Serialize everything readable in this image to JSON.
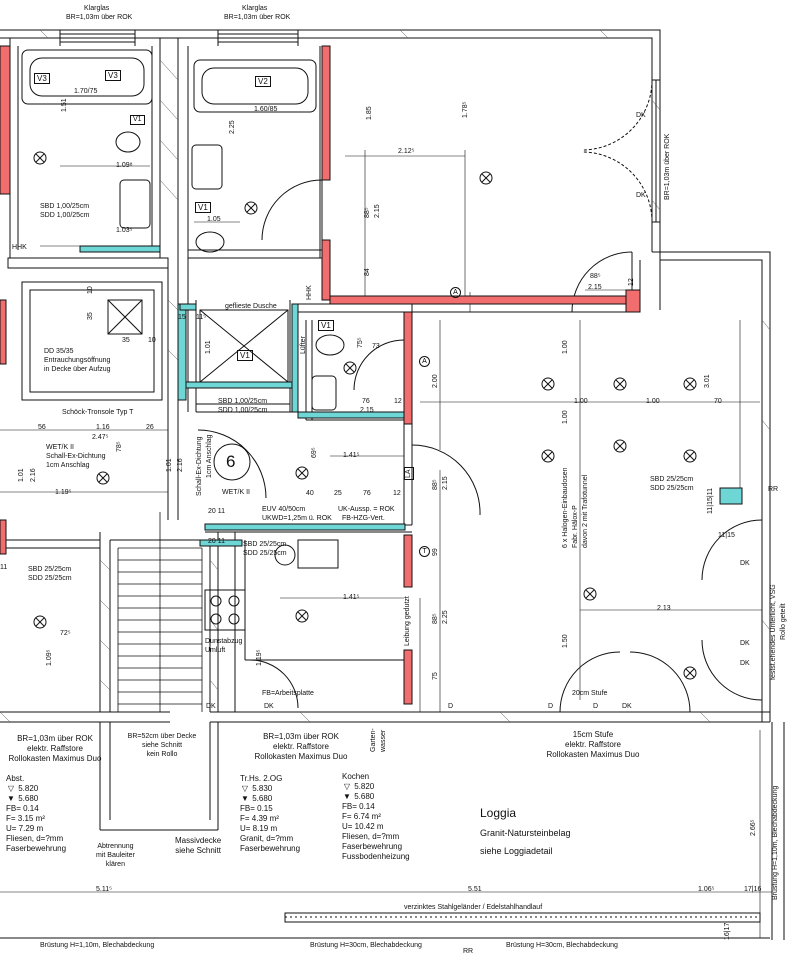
{
  "colors": {
    "wall_cut": "#f26d6d",
    "insulation": "#6fd6d6",
    "line": "#111111",
    "background": "#ffffff"
  },
  "window_labels": {
    "klarglas_1": "Klarglas",
    "klarglas_1_br": "BR=1,03m über ROK",
    "klarglas_2": "Klarglas",
    "klarglas_2_br": "BR=1,03m über ROK",
    "right_window": "BR=1,03m über ROK",
    "bottom_left_window": [
      "BR=1,03m über ROK",
      "elektr. Raffstore",
      "Rollokasten Maximus Duo"
    ],
    "bottom_mid_window": [
      "BR=1,03m über ROK",
      "elektr. Raffstore",
      "Rollokasten Maximus Duo"
    ],
    "bottom_right_window": [
      "15cm Stufe",
      "elektr. Raffstore",
      "Rollokasten Maximus Duo"
    ],
    "stair_window": [
      "BR=52cm über Decke",
      "siehe Schnitt",
      "kein Rollo"
    ],
    "right_side": [
      "festst.ehendes Unterlicht, VSG",
      "Rollo geteilt"
    ],
    "right_edge_1": "Brüstung H=1,10m, Blechabdeckung"
  },
  "sanitary": {
    "v3a": "V3",
    "v3b": "V3",
    "v2": "V2",
    "v1a": "V1",
    "v1b": "V1",
    "v1c": "V1",
    "v1d": "V1"
  },
  "dimensions": {
    "d_170_75": "1.70/75",
    "d_109": "1.09⁸",
    "d_103": "1.03⁵",
    "d_151": "1.51",
    "d_160_85": "1.60/85",
    "d_225": "2.25",
    "d_105": "1.05",
    "d_185": "1.85",
    "d_212": "2.12⁵",
    "d_178": "1.78⁵",
    "d_88_215": "88⁵",
    "d_215": "2.15",
    "d_84": "84",
    "d_88b": "88⁵",
    "d_215b": "2.15",
    "d_12": "12",
    "d_35a": "35",
    "d_35b": "35",
    "d_10a": "10",
    "d_10b": "10",
    "d_11": "11⁵",
    "d_101": "1.01",
    "d_15": "15",
    "d_73": "73",
    "d_75": "75⁵",
    "d_76": "76",
    "d_215c": "2.15",
    "d_12b": "12",
    "d_200": "2.00",
    "d_56": "56",
    "d_116": "1.16",
    "d_26": "26",
    "d_247": "2.47⁵",
    "d_78": "78⁵",
    "d_101b": "1.01",
    "d_216": "2.16",
    "d_101c": "1.01",
    "d_216b": "2.16",
    "d_119": "1.19⁵",
    "d_69": "69⁵",
    "d_141": "1.41⁵",
    "d_40": "40",
    "d_25": "25",
    "d_76b": "76",
    "d_12c": "12",
    "d_88c": "88⁵",
    "d_215d": "2.15",
    "d_2011": "20 11",
    "d_2011b": "20 11",
    "d_141b": "1.41⁵",
    "d_119b": "1.19⁵",
    "d_99": "99",
    "d_88d": "88⁵",
    "d_225b": "2.25",
    "d_75b": "75",
    "d_100a": "1.00",
    "d_100b": "1.00",
    "d_100c": "1.00",
    "d_100d": "1.00",
    "d_70": "70",
    "d_301": "3.01",
    "d_150": "1.50",
    "d_213": "2.13",
    "d_1115": "11|15|11",
    "d_1115b": "11|15",
    "d_72": "72⁵",
    "d_109b": "1.09⁵",
    "d_11b": "11",
    "d_266": "2.66⁵",
    "d_511": "5.11⁵",
    "d_551": "5.51",
    "d_106": "1.06⁵",
    "d_1716": "17|16",
    "d_1617": "16|17"
  },
  "labels": {
    "hhk1": "HHK",
    "hhk2": "HHK",
    "sbd1a": "SBD 1,00/25cm",
    "sbd1b": "SDD 1,00/25cm",
    "dd": "DD 35/35",
    "entr1": "Entrauchungsöffnung",
    "entr2": "in Decke über Aufzug",
    "schoeck": "Schöck-Tronsole Typ T",
    "gefl": "geflieste Dusche",
    "luefter": "Lüfter",
    "sbd2a": "SBD 1,00/25cm",
    "sbd2b": "SDD 1,00/25cm",
    "wetk1": "WET/K II",
    "schall1": "Schall-Ex-Dichtung",
    "schall2": "1cm Anschlag",
    "schall3": "Schall-Ex-Dichtung",
    "schall4": "1cm Anschlag",
    "wetk2": "WET/K II",
    "room6": "6",
    "euv": "EUV 40/50cm",
    "ukwd": "UKWD=1,25m ü. ROK",
    "ukauss": "UK-Aussp. = ROK",
    "fbhzg": "FB-HZG-Vert.",
    "sbd3a": "SBD 25/25cm",
    "sbd3b": "SDD 25/25cm",
    "sbd4a": "SBD 25/25cm",
    "sbd4b": "SDD 25/25cm",
    "sbd5a": "SBD 25/25cm",
    "sbd5b": "SDD 25/25cm",
    "dunst1": "Dunstabzug",
    "dunst2": "Umluft",
    "leibung": "Leibung gedutzt",
    "fbarb": "FB=Arbeitsplatte",
    "garten1": "Garten-",
    "garten2": "wasser",
    "halogen1": "6 x Halogen-Einbaudosen",
    "halogen2": "Fabr. Hälox-P",
    "halogen3": "davon 2 mit Trafotunnel",
    "la": "LA",
    "a1": "A",
    "a2": "A",
    "t": "T",
    "rr1": "RR",
    "rr2": "RR",
    "stufe": "20cm Stufe",
    "dk_labels": [
      "DK",
      "DK",
      "DK",
      "DK",
      "D",
      "D",
      "D",
      "DK",
      "DK",
      "DK",
      "DK"
    ],
    "abtr1": "Abtrennung",
    "abtr2": "mit Bauleiter",
    "abtr3": "klären",
    "massiv1": "Massivdecke",
    "massiv2": "siehe Schnitt",
    "gelaender": "verzinktes Stahlgeländer / Edelstahlhandlauf",
    "bruest1": "Brüstung H=1,10m, Blechabdeckung",
    "bruest2": "Brüstung H=30cm, Blechabdeckung",
    "bruest3": "Brüstung H=30cm, Blechabdeckung"
  },
  "rooms": [
    {
      "name": "Abst.",
      "l1": "5.820",
      "l2": "5.680",
      "fb": "FB= 0.14",
      "f": "F= 3.15 m²",
      "u": "U= 7.29 m",
      "m1": "Fliesen, d=?mm",
      "m2": "Faserbewehrung",
      "m3": ""
    },
    {
      "name": "Tr.Hs. 2.OG",
      "l1": "5.830",
      "l2": "5.680",
      "fb": "FB= 0.15",
      "f": "F= 4.39 m²",
      "u": "U= 8.19 m",
      "m1": "Granit, d=?mm",
      "m2": "Faserbewehrung",
      "m3": ""
    },
    {
      "name": "Kochen",
      "l1": "5.820",
      "l2": "5.680",
      "fb": "FB= 0.14",
      "f": "F= 6.74 m²",
      "u": "U= 10.42 m",
      "m1": "Fliesen, d=?mm",
      "m2": "Faserbewehrung",
      "m3": "Fussbodenheizung"
    }
  ],
  "loggia": {
    "title": "Loggia",
    "line1": "Granit-Natursteinbelag",
    "line2": "siehe Loggiadetail"
  }
}
